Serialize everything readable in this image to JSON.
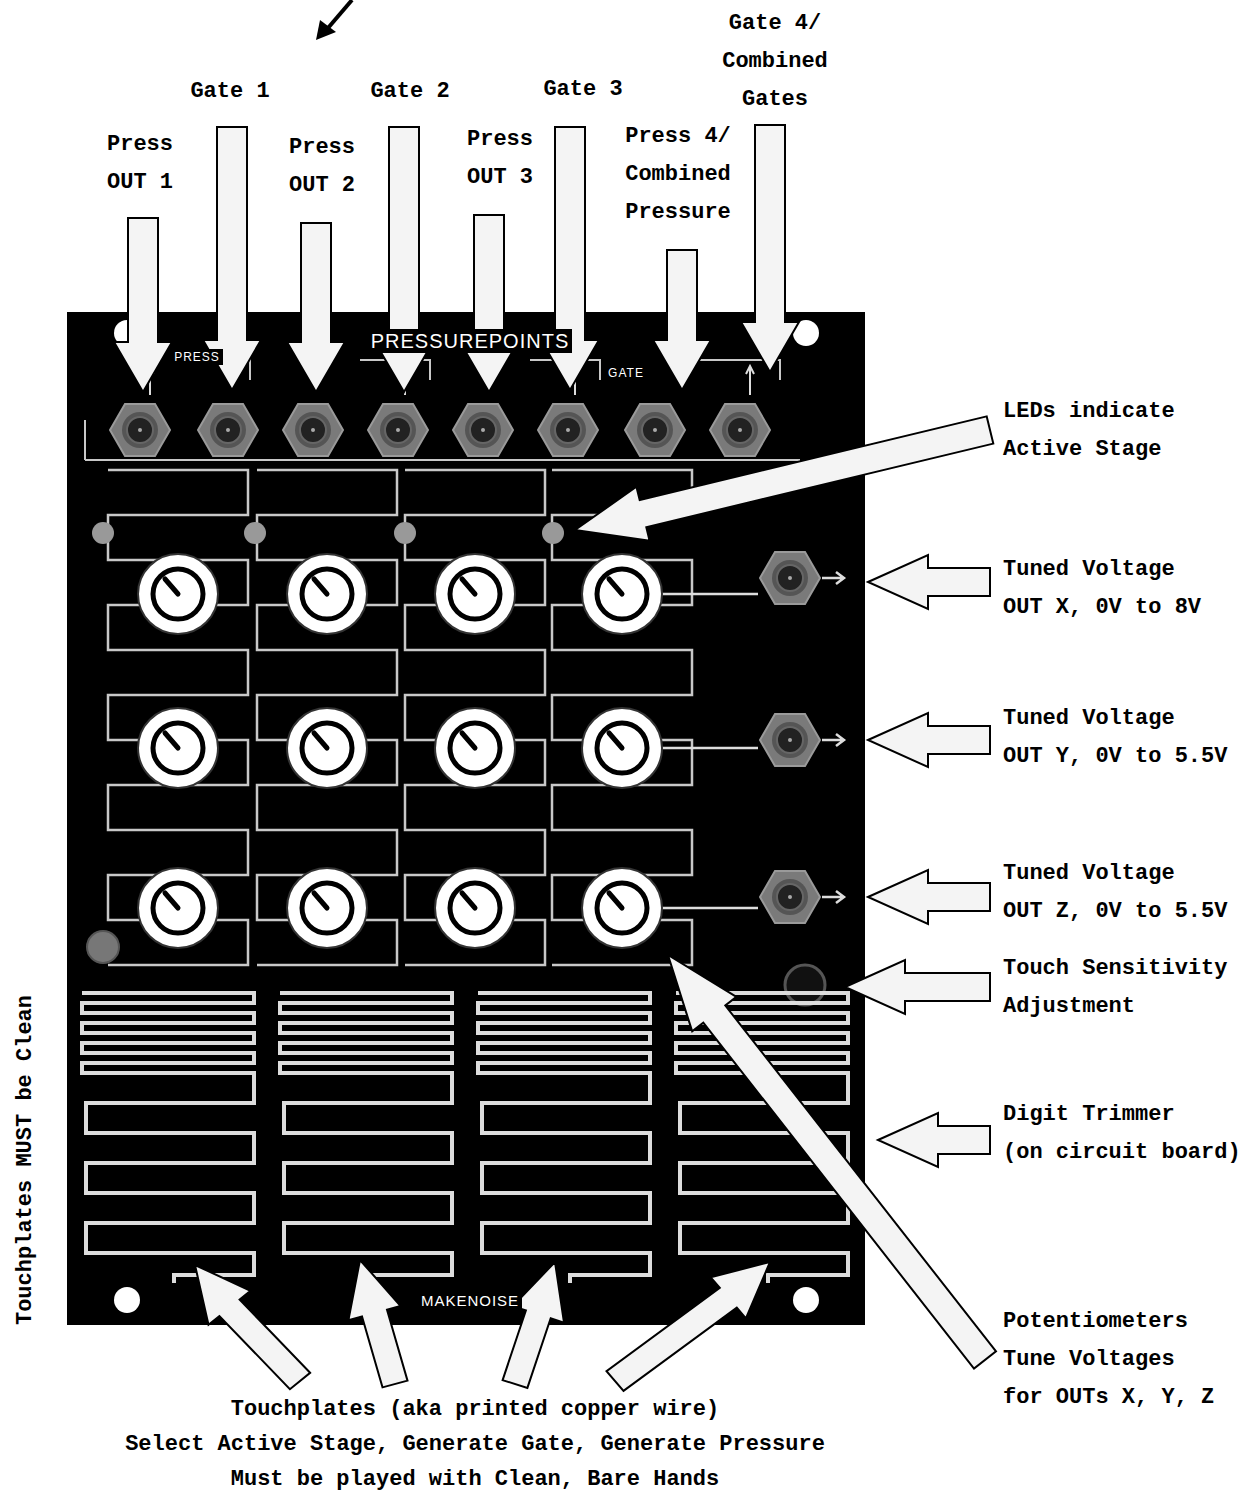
{
  "diagram": {
    "labels": [
      "Press OUT 1",
      "Gate 1",
      "Press OUT 2",
      "Gate 2",
      "Press OUT 3",
      "Gate 3",
      "Press 4/ Combined Pressure",
      "Gate 4/ Combined Gates",
      "PRESS",
      "PRESSUREPOINTS",
      "GATE",
      "LEDs indicate Active Stage",
      "Tuned Voltage OUT X, 0V to 8V",
      "Tuned Voltage OUT Y, 0V to 5.5V",
      "Tuned Voltage OUT Z, 0V to 5.5V",
      "Touch Sensitivity Adjustment",
      "Digit Trimmer (on circuit board)",
      "Potentiometers Tune Voltages for OUTs X, Y, Z",
      "MAKENOISE",
      "Touchplates (aka printed copper wire) Select Active Stage, Generate Gate, Generate Pressure Must be played with Clean, Bare Hands",
      "Touchplates MUST be Clean"
    ]
  }
}
